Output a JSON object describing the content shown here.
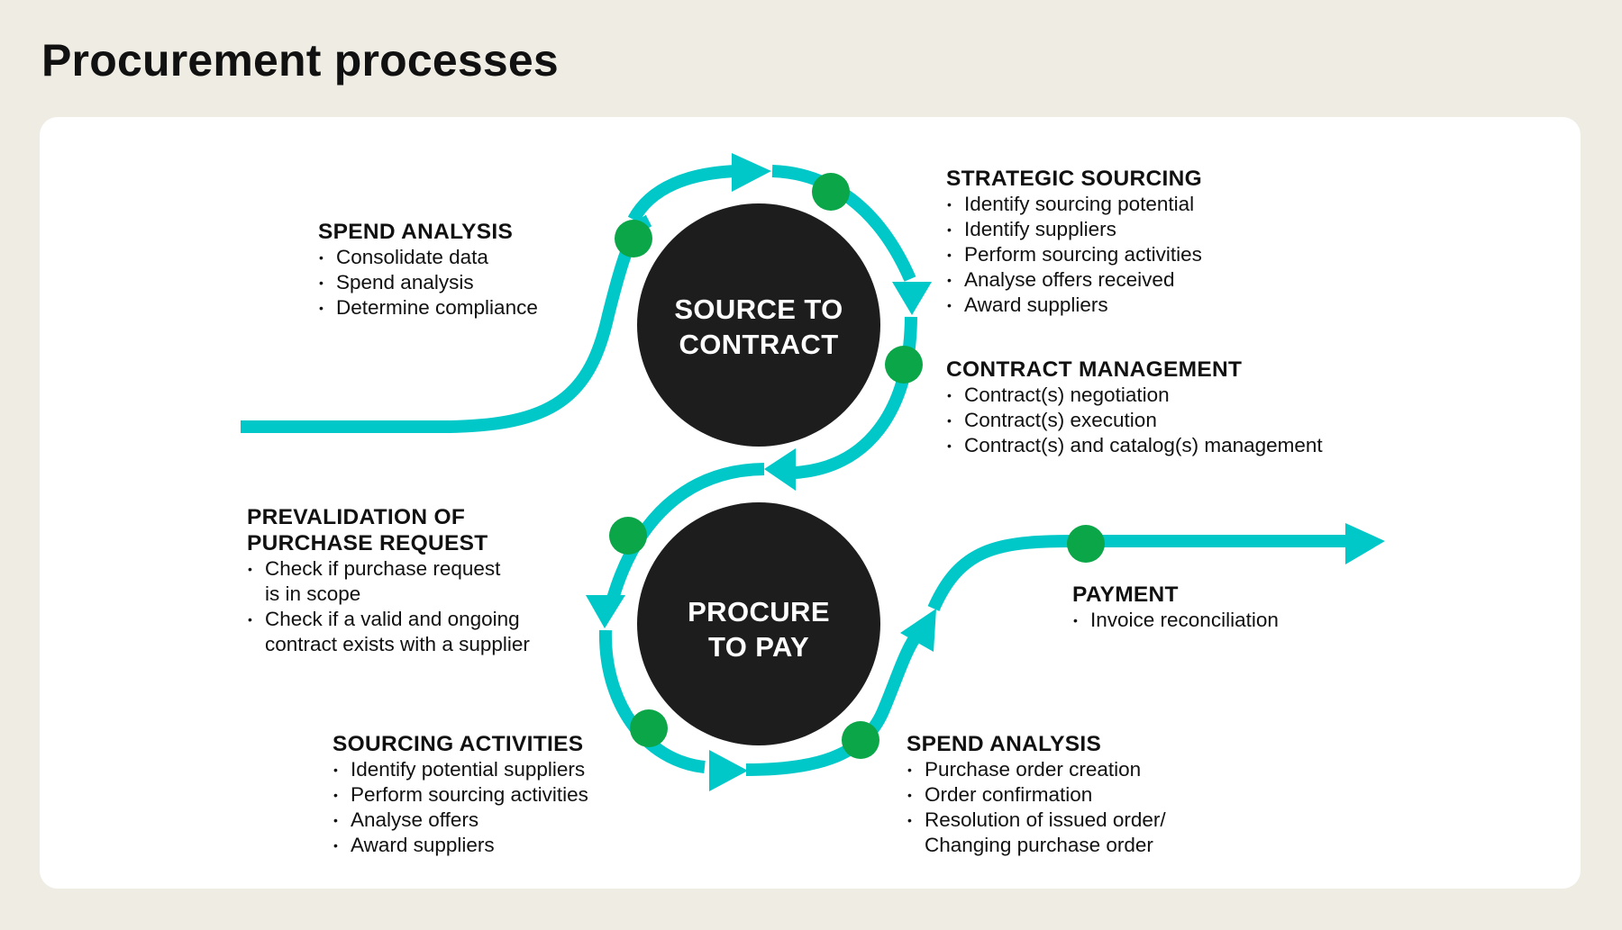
{
  "title": "Procurement processes",
  "colors": {
    "background": "#efede3",
    "card": "#ffffff",
    "flow": "#00c8c8",
    "milestone": "#0aa648",
    "hub": "#1d1d1d"
  },
  "hubs": {
    "source_to_contract": [
      "SOURCE TO",
      "CONTRACT"
    ],
    "procure_to_pay": [
      "PROCURE",
      "TO PAY"
    ]
  },
  "steps": {
    "spend_analysis_s2c": {
      "heading": [
        "SPEND ANALYSIS"
      ],
      "items": [
        "Consolidate data",
        "Spend analysis",
        "Determine compliance"
      ]
    },
    "strategic_sourcing": {
      "heading": [
        "STRATEGIC SOURCING"
      ],
      "items": [
        "Identify sourcing potential",
        "Identify suppliers",
        "Perform sourcing activities",
        "Analyse offers received",
        "Award suppliers"
      ]
    },
    "contract_management": {
      "heading": [
        "CONTRACT MANAGEMENT"
      ],
      "items": [
        "Contract(s) negotiation",
        "Contract(s) execution",
        "Contract(s) and catalog(s) management"
      ]
    },
    "prevalidation": {
      "heading": [
        "PREVALIDATION OF",
        "PURCHASE REQUEST"
      ],
      "items": [
        "Check if purchase request\nis in scope",
        "Check if a valid and ongoing\ncontract exists with a supplier"
      ]
    },
    "sourcing_activities": {
      "heading": [
        "SOURCING ACTIVITIES"
      ],
      "items": [
        "Identify potential suppliers",
        "Perform sourcing activities",
        "Analyse offers",
        "Award suppliers"
      ]
    },
    "spend_analysis_p2p": {
      "heading": [
        "SPEND ANALYSIS"
      ],
      "items": [
        "Purchase order creation",
        "Order confirmation",
        "Resolution of issued order/\nChanging purchase order"
      ]
    },
    "payment": {
      "heading": [
        "PAYMENT"
      ],
      "items": [
        "Invoice reconciliation"
      ]
    }
  }
}
